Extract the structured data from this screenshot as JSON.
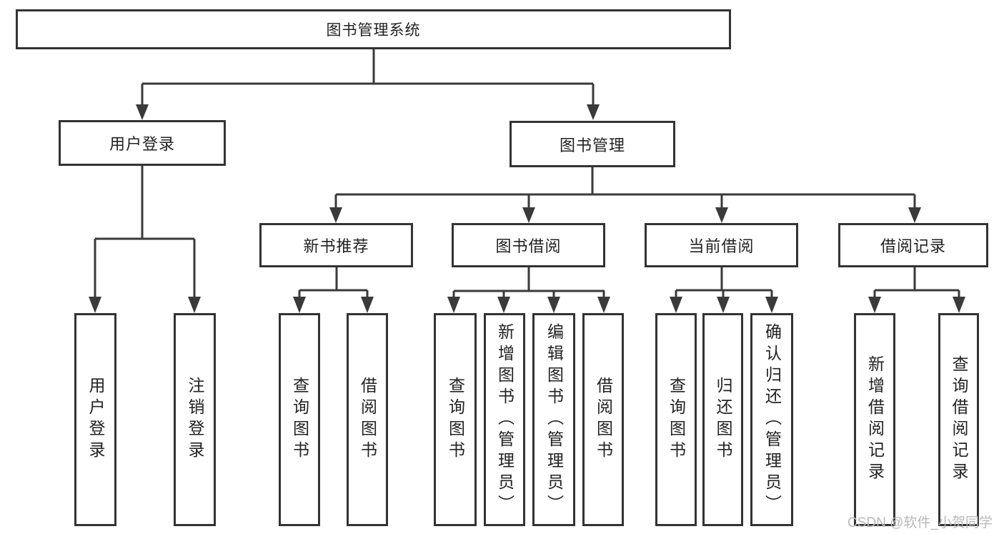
{
  "diagram": {
    "title": "图书管理系统",
    "root": {
      "label": "图书管理系统"
    },
    "branches": [
      {
        "label": "用户登录",
        "children": [
          {
            "label": "用户登录"
          },
          {
            "label": "注销登录"
          }
        ]
      },
      {
        "label": "图书管理",
        "sections": [
          {
            "label": "新书推荐",
            "children": [
              {
                "label": "查询图书"
              },
              {
                "label": "借阅图书"
              }
            ]
          },
          {
            "label": "图书借阅",
            "children": [
              {
                "label": "查询图书"
              },
              {
                "label": "新增图书（管理员）"
              },
              {
                "label": "编辑图书（管理员）"
              },
              {
                "label": "借阅图书"
              }
            ]
          },
          {
            "label": "当前借阅",
            "children": [
              {
                "label": "查询图书"
              },
              {
                "label": "归还图书"
              },
              {
                "label": "确认归还（管理员）"
              }
            ]
          },
          {
            "label": "借阅记录",
            "children": [
              {
                "label": "新增借阅记录"
              },
              {
                "label": "查询借阅记录"
              }
            ]
          }
        ]
      }
    ]
  },
  "watermark": {
    "text": "CSDN @软件_小贺同学"
  },
  "colors": {
    "line": "#3a3a3a",
    "border": "#333333",
    "text": "#222222",
    "background": "#ffffff",
    "watermark": "#b9b9b9"
  }
}
